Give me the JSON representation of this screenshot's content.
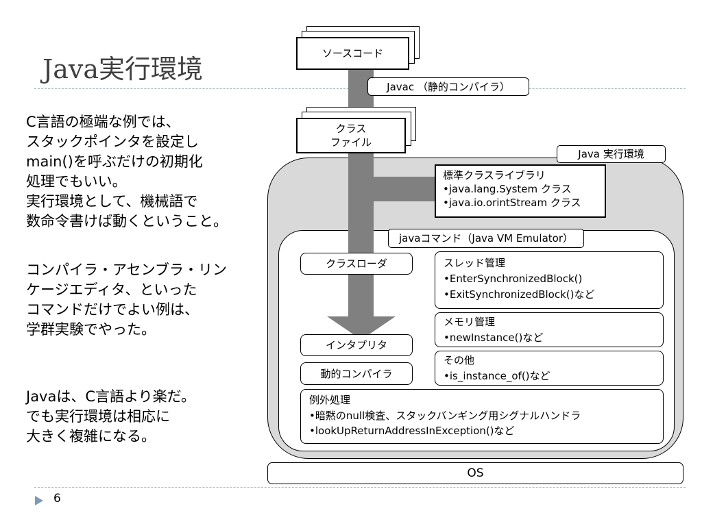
{
  "slide": {
    "title": "Java実行環境",
    "page_number": "6",
    "left_text": [
      "C言語の極端な例では、\nスタックポインタを設定し\nmain()を呼ぶだけの初期化\n処理でもいい。\n実行環境として、機械語で\n数命令書けば動くということ。",
      "コンパイラ・アセンブラ・リン\nケージエディタ、といった\nコマンドだけでよい例は、\n学群実験でやった。",
      "Javaは、C言語より楽だ。\nでも実行環境は相応に\n大きく複雑になる。"
    ]
  },
  "diagram": {
    "source_code": "ソースコード",
    "javac": "Javac （静的コンパイラ）",
    "class_file": "クラス\nファイル",
    "java_env_label": "Java 実行環境",
    "stdlib": {
      "title": "標準クラスライブラリ",
      "items": [
        "•java.lang.System クラス",
        "•java.io.orintStream クラス"
      ]
    },
    "java_command": "javaコマンド（Java VM Emulator）",
    "class_loader": "クラスローダ",
    "interpreter": "インタプリタ",
    "dynamic_compiler": "動的コンパイラ",
    "thread": {
      "title": "スレッド管理",
      "items": [
        "•EnterSynchronizedBlock()",
        "•ExitSynchronizedBlock()など"
      ]
    },
    "memory": {
      "title": "メモリ管理",
      "items": [
        "•newInstance()など"
      ]
    },
    "other": {
      "title": "その他",
      "items": [
        "•is_instance_of()など"
      ]
    },
    "exception": {
      "title": "例外処理",
      "items": [
        "•暗黙のnull検査、スタックバンギング用シグナルハンドラ",
        "•lookUpReturnAddressInException()など"
      ]
    },
    "os": "OS"
  },
  "colors": {
    "arrow": "#808080",
    "env_fill": "#d9d9d9",
    "divider": "#a8b4c0",
    "page_marker": "#7f9ab5"
  }
}
